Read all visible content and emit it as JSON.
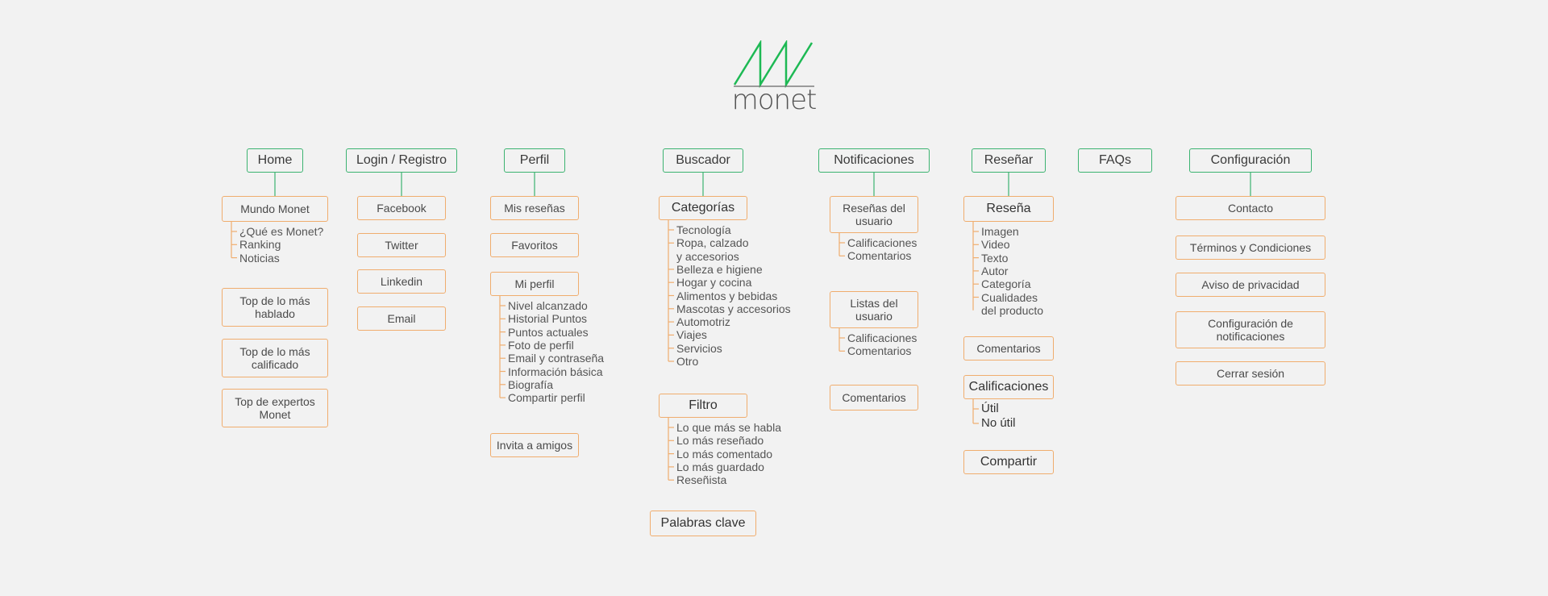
{
  "logo": {
    "name": "monet",
    "accent": "#1db954"
  },
  "colors": {
    "top": "#3cb371",
    "sub": "#f0ad6e",
    "line_top": "#3cb371",
    "line_sub": "#f0ad6e"
  },
  "columns": [
    {
      "title": "Home",
      "children": [
        {
          "label": "Mundo Monet",
          "items": [
            "¿Qué es Monet?",
            "Ranking",
            "Noticias"
          ]
        },
        {
          "label": "Top de lo más hablado"
        },
        {
          "label": "Top de lo más calificado"
        },
        {
          "label": "Top de expertos Monet"
        }
      ]
    },
    {
      "title": "Login / Registro",
      "children": [
        {
          "label": "Facebook"
        },
        {
          "label": "Twitter"
        },
        {
          "label": "Linkedin"
        },
        {
          "label": "Email"
        }
      ]
    },
    {
      "title": "Perfil",
      "children": [
        {
          "label": "Mis reseñas"
        },
        {
          "label": "Favoritos"
        },
        {
          "label": "Mi perfil",
          "items": [
            "Nivel alcanzado",
            "Historial Puntos",
            "Puntos actuales",
            "Foto de perfil",
            "Email y contraseña",
            "Información básica",
            "Biografía",
            "Compartir perfil"
          ]
        },
        {
          "label": "Invita a amigos"
        }
      ]
    },
    {
      "title": "Buscador",
      "children": [
        {
          "label": "Categorías",
          "items": [
            "Tecnología",
            "Ropa, calzado",
            "y accesorios",
            "Belleza e higiene",
            "Hogar y cocina",
            "Alimentos y bebidas",
            "Mascotas y accesorios",
            "Automotriz",
            "Viajes",
            "Servicios",
            "Otro"
          ]
        },
        {
          "label": "Filtro",
          "items": [
            "Lo que más se habla",
            "Lo más reseñado",
            "Lo más comentado",
            "Lo más guardado",
            "Reseñista"
          ]
        },
        {
          "label": "Palabras clave"
        }
      ]
    },
    {
      "title": "Notificaciones",
      "children": [
        {
          "label": "Reseñas del usuario",
          "items": [
            "Calificaciones",
            "Comentarios"
          ]
        },
        {
          "label": "Listas del usuario",
          "items": [
            "Calificaciones",
            "Comentarios"
          ]
        },
        {
          "label": "Comentarios"
        }
      ]
    },
    {
      "title": "Reseñar",
      "children": [
        {
          "label": "Reseña",
          "items": [
            "Imagen",
            "Video",
            "Texto",
            "Autor",
            "Categoría",
            "Cualidades",
            "del producto"
          ]
        },
        {
          "label": "Comentarios"
        },
        {
          "label": "Calificaciones",
          "items": [
            "Útil",
            "No útil"
          ]
        },
        {
          "label": "Compartir"
        }
      ]
    },
    {
      "title": "FAQs",
      "children": []
    },
    {
      "title": "Configuración",
      "children": [
        {
          "label": "Contacto"
        },
        {
          "label": "Términos y Condiciones"
        },
        {
          "label": "Aviso de privacidad"
        },
        {
          "label": "Configuración de notificaciones"
        },
        {
          "label": "Cerrar sesión"
        }
      ]
    }
  ]
}
